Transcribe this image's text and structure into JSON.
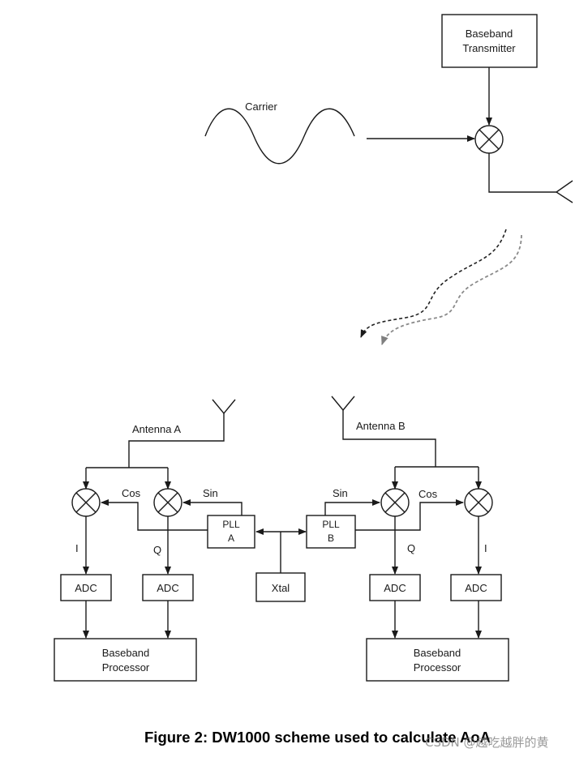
{
  "transmitter": {
    "box_line1": "Baseband",
    "box_line2": "Transmitter",
    "carrier_label": "Carrier"
  },
  "receiver_a": {
    "antenna_label": "Antenna A",
    "cos_label": "Cos",
    "sin_label": "Sin",
    "i_label": "I",
    "q_label": "Q",
    "pll_line1": "PLL",
    "pll_line2": "A",
    "adc_i_label": "ADC",
    "adc_q_label": "ADC",
    "processor_line1": "Baseband",
    "processor_line2": "Processor"
  },
  "receiver_b": {
    "antenna_label": "Antenna B",
    "cos_label": "Cos",
    "sin_label": "Sin",
    "i_label": "I",
    "q_label": "Q",
    "pll_line1": "PLL",
    "pll_line2": "B",
    "adc_q_label": "ADC",
    "adc_i_label": "ADC",
    "processor_line1": "Baseband",
    "processor_line2": "Processor"
  },
  "xtal_label": "Xtal",
  "caption": "Figure 2: DW1000 scheme used to calculate AoA",
  "watermark": "CSDN @越吃越胖的黄"
}
